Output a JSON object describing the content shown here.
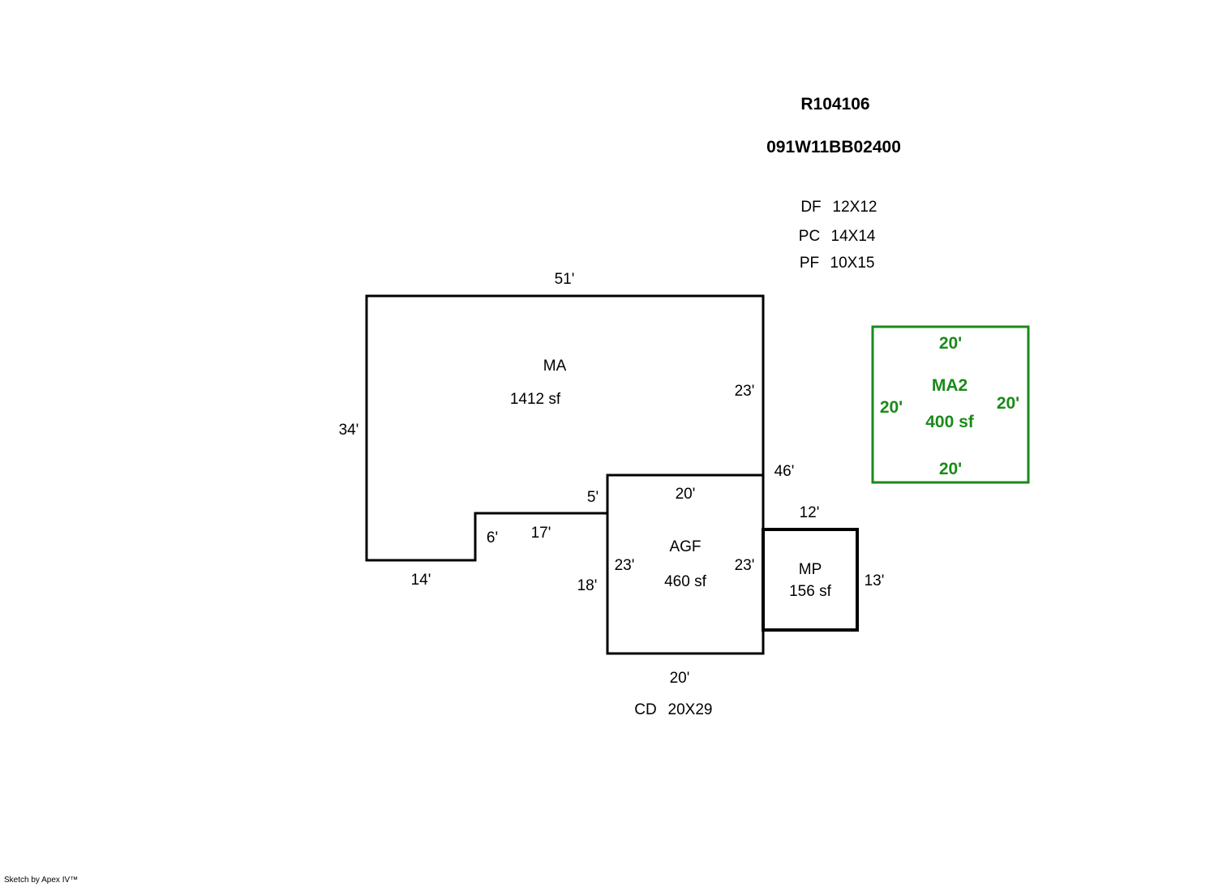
{
  "header": {
    "account": "R104106",
    "map_lot": "091W11BB02400"
  },
  "notes": [
    {
      "code": "DF",
      "size": "12X12"
    },
    {
      "code": "PC",
      "size": "14X14"
    },
    {
      "code": "PF",
      "size": "10X15"
    }
  ],
  "areas": {
    "ma": {
      "name": "MA",
      "area": "1412 sf",
      "dims": {
        "top": "51'",
        "left": "34'",
        "right": "23'",
        "corner": "46'",
        "bottom_left": "14'",
        "step_vert": "6'",
        "step_horiz": "17'",
        "inner_vert": "5'"
      }
    },
    "agf": {
      "name": "AGF",
      "area": "460 sf",
      "dims": {
        "top": "20'",
        "left": "23'",
        "left_outer": "18'",
        "right": "23'",
        "bottom": "20'"
      }
    },
    "mp": {
      "name": "MP",
      "area": "156 sf",
      "dims": {
        "top": "12'",
        "right": "13'"
      }
    },
    "ma2": {
      "name": "MA2",
      "area": "400 sf",
      "color": "#1a8a1a",
      "dims": {
        "top": "20'",
        "left": "20'",
        "right": "20'",
        "bottom": "20'"
      }
    }
  },
  "footer_note": {
    "code": "CD",
    "size": "20X29"
  },
  "credit": "Sketch by Apex IV™"
}
